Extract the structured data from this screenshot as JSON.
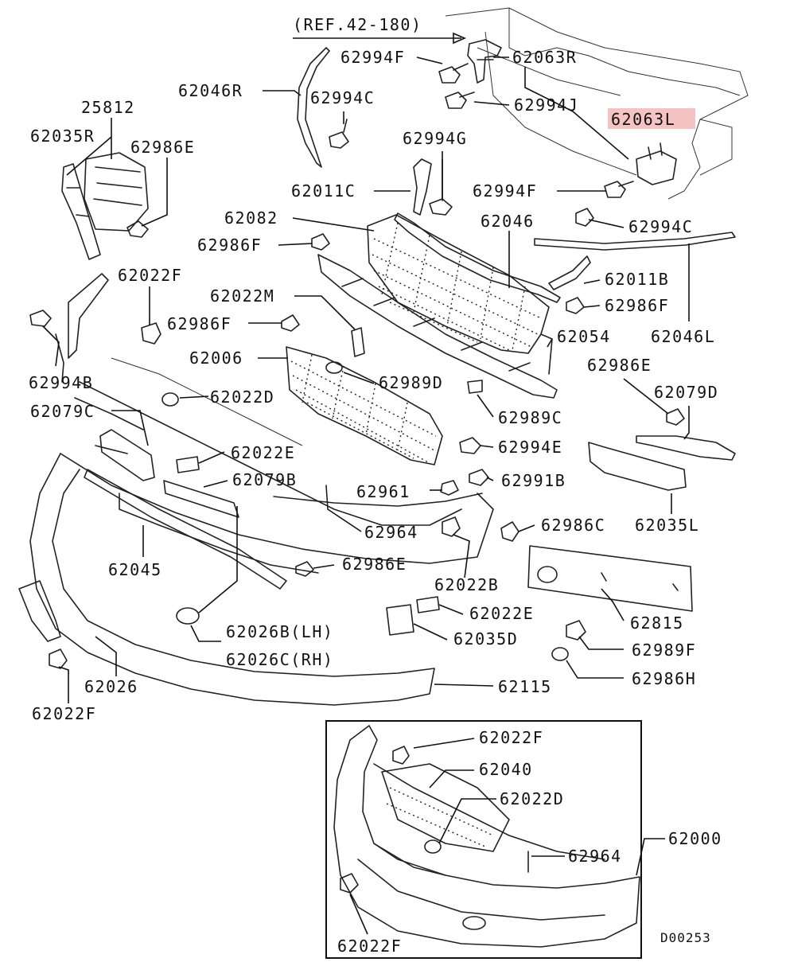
{
  "diagram": {
    "reference_note": "(REF.42-180)",
    "drawing_code": "D00253",
    "highlighted_part": "62063L",
    "highlight_color": "#f4c4c4",
    "labels": {
      "p62063R": "62063R",
      "p62994F_top": "62994F",
      "p62046R": "62046R",
      "p62994C_top": "62994C",
      "p62994J": "62994J",
      "p25812": "25812",
      "p62063L": "62063L",
      "p62035R": "62035R",
      "p62986E_top": "62986E",
      "p62994G": "62994G",
      "p62011C": "62011C",
      "p62994F_mid": "62994F",
      "p62082": "62082",
      "p62046": "62046",
      "p62994C_mid": "62994C",
      "p62986F_left": "62986F",
      "p62022F_top": "62022F",
      "p62011B": "62011B",
      "p62022M": "62022M",
      "p62986F_right": "62986F",
      "p62986F_mid": "62986F",
      "p62054": "62054",
      "p62046L": "62046L",
      "p62006": "62006",
      "p62986E_right": "62986E",
      "p62994B": "62994B",
      "p62989D": "62989D",
      "p62079D": "62079D",
      "p62022D": "62022D",
      "p62079C": "62079C",
      "p62989C": "62989C",
      "p62022E_top": "62022E",
      "p62994E": "62994E",
      "p62079B": "62079B",
      "p62961": "62961",
      "p62991B": "62991B",
      "p62964_main": "62964",
      "p62986C": "62986C",
      "p62035L": "62035L",
      "p62045": "62045",
      "p62986E_low": "62986E",
      "p62022B": "62022B",
      "p62022E_low": "62022E",
      "p62815": "62815",
      "p62026B": "62026B(LH)",
      "p62035D": "62035D",
      "p62989F": "62989F",
      "p62026C": "62026C(RH)",
      "p62986H": "62986H",
      "p62026": "62026",
      "p62115": "62115",
      "p62022F_low": "62022F"
    },
    "inset": {
      "p62022F_a": "62022F",
      "p62040": "62040",
      "p62022D": "62022D",
      "p62000": "62000",
      "p62964": "62964",
      "p62022F_b": "62022F"
    }
  }
}
